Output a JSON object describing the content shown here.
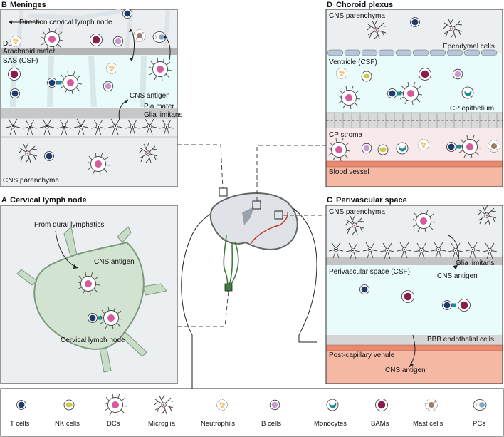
{
  "panels": {
    "b": {
      "letter": "B",
      "title": "Meninges",
      "direction_label": "Direction cervical lymph node",
      "dura": "Dura",
      "arachnoid": "Arachnoid mater",
      "sas": "SAS (CSF)",
      "cns_antigen": "CNS antigen",
      "pia": "Pia mater",
      "glia_limitans": "Glia limitans",
      "parenchyma": "CNS parenchyma"
    },
    "a": {
      "letter": "A",
      "title": "Cervical lymph node",
      "from_dural": "From dural lymphatics",
      "cns_antigen": "CNS antigen",
      "node_label": "Cervical lymph node"
    },
    "d": {
      "letter": "D",
      "title": "Choroid plexus",
      "parenchyma": "CNS parenchyma",
      "ependymal": "Ependymal cells",
      "ventricle": "Ventricle (CSF)",
      "cp_epithelium": "CP epithelium",
      "cp_stroma": "CP stroma",
      "blood_vessel": "Blood vessel"
    },
    "c": {
      "letter": "C",
      "title": "Perivascular space",
      "parenchyma": "CNS parenchyma",
      "glia_limitans": "Glia limitans",
      "pvs": "Perivascular space (CSF)",
      "cns_antigen": "CNS antigen",
      "bbb": "BBB endothelial cells",
      "venule": "Post-capillary venule",
      "cns_antigen_2": "CNS antigen"
    }
  },
  "legend": [
    {
      "label": "T cells",
      "icon": "t-cell-icon"
    },
    {
      "label": "NK cells",
      "icon": "nk-cell-icon"
    },
    {
      "label": "DCs",
      "icon": "dendritic-cell-icon"
    },
    {
      "label": "Microglia",
      "icon": "microglia-icon"
    },
    {
      "label": "Neutrophils",
      "icon": "neutrophil-icon"
    },
    {
      "label": "B cells",
      "icon": "b-cell-icon"
    },
    {
      "label": "Monocytes",
      "icon": "monocyte-icon"
    },
    {
      "label": "BAMs",
      "icon": "bam-icon"
    },
    {
      "label": "Mast cells",
      "icon": "mast-cell-icon"
    },
    {
      "label": "PCs",
      "icon": "plasma-cell-icon"
    }
  ],
  "colors": {
    "panel_bg": "#eceff2",
    "csf": "#e9fbfb",
    "lymph_node": "#d2e3d1",
    "lymph_edge": "#7c9a7c",
    "vessel": "#f4b8a4",
    "membrane": "#b5b5b5",
    "t_cell": "#1f3b6e",
    "dc_nucleus": "#d65b9c",
    "monocyte": "#1a8a94",
    "bam": "#8b1c4f",
    "red_vessel": "#c0392b",
    "green_vessel": "#3f7d3f"
  }
}
